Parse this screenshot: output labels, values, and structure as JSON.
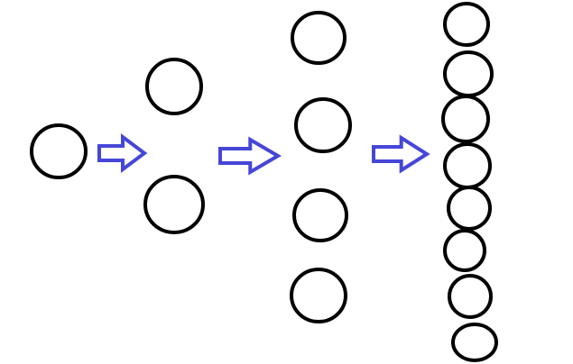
{
  "diagram": {
    "stages": [
      {
        "nodes": 1
      },
      {
        "nodes": 2
      },
      {
        "nodes": 4
      },
      {
        "nodes": 8
      }
    ],
    "transitions": 3,
    "colors": {
      "node_stroke": "#000000",
      "arrow_stroke": "#4646d8",
      "background": "#ffffff"
    }
  }
}
